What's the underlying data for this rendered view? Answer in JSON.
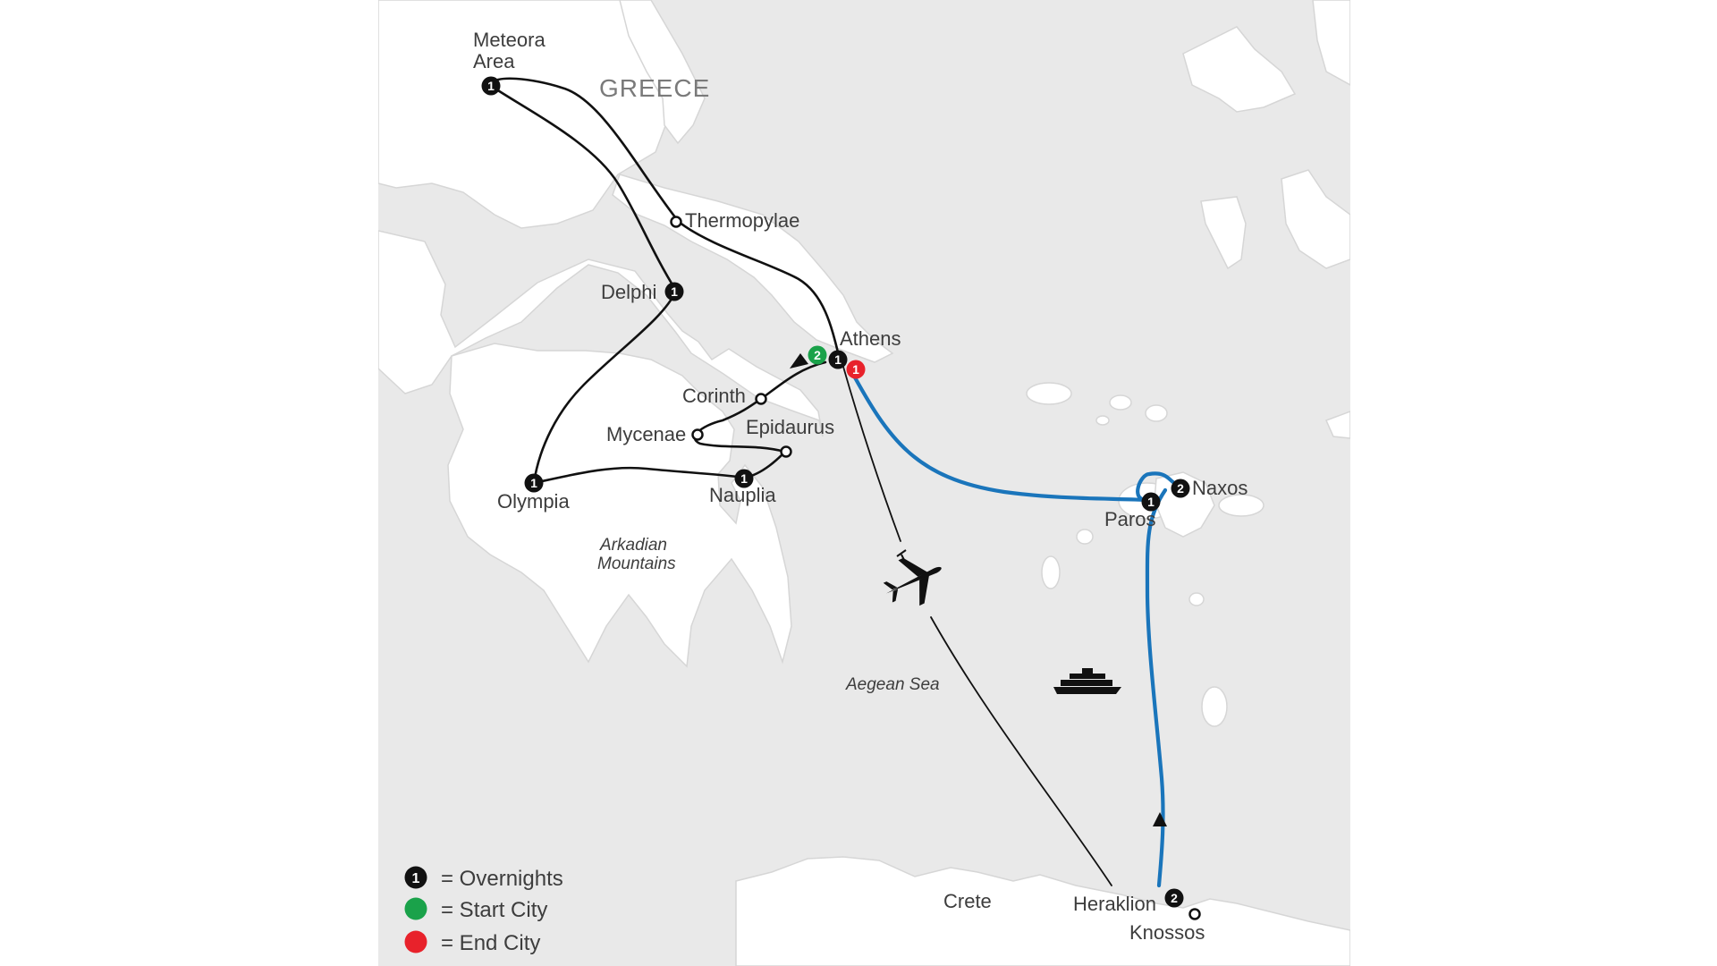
{
  "colors": {
    "sea": "#e9e9e9",
    "land": "#ffffff",
    "route_land": "#111111",
    "route_sea": "#1a75bb",
    "overnight": "#111111",
    "start": "#1aa24a",
    "end": "#e8222b"
  },
  "map": {
    "country": "GREECE",
    "regions": {
      "arkadian_line1": "Arkadian",
      "arkadian_line2": "Mountains",
      "aegean": "Aegean Sea",
      "crete": "Crete"
    },
    "cities": {
      "meteora_line1": "Meteora",
      "meteora_line2": "Area",
      "thermopylae": "Thermopylae",
      "delphi": "Delphi",
      "athens": "Athens",
      "corinth": "Corinth",
      "mycenae": "Mycenae",
      "epidaurus": "Epidaurus",
      "olympia": "Olympia",
      "nauplia": "Nauplia",
      "paros": "Paros",
      "naxos": "Naxos",
      "heraklion": "Heraklion",
      "knossos": "Knossos"
    },
    "markers": {
      "meteora": "1",
      "delphi": "1",
      "athens_start": "2",
      "athens_overnight": "1",
      "athens_end": "1",
      "olympia": "1",
      "nauplia": "1",
      "paros": "1",
      "naxos": "2",
      "heraklion": "2"
    },
    "icons": [
      "airplane-icon",
      "ferry-icon",
      "route-arrow-icon"
    ]
  },
  "legend": {
    "overnights": "= Overnights",
    "start_city": "= Start City",
    "end_city": "= End City"
  }
}
